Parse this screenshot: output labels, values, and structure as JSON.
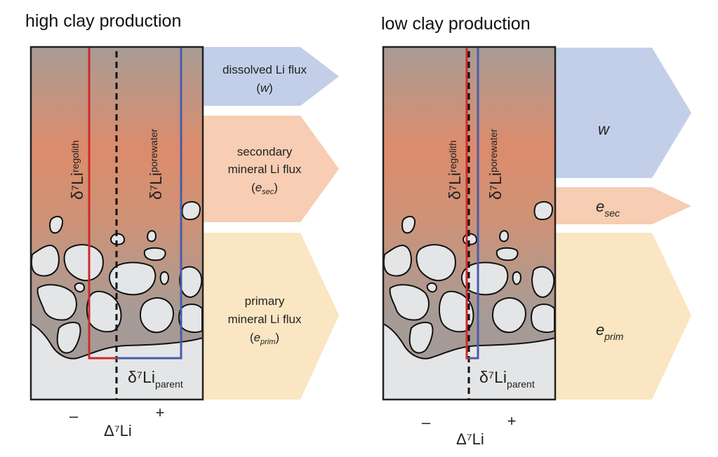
{
  "panels": [
    {
      "title": "high clay production",
      "arrows": [
        {
          "id": "w",
          "lines": [
            "dissolved Li flux"
          ],
          "symbol": "w",
          "color": "#c3cfe9"
        },
        {
          "id": "esec",
          "lines": [
            "secondary",
            "mineral Li flux"
          ],
          "symbol": "e",
          "subscript": "sec",
          "color": "#f7cdb3"
        },
        {
          "id": "eprim",
          "lines": [
            "primary",
            "mineral Li flux"
          ],
          "symbol": "e",
          "subscript": "prim",
          "color": "#fae6c2"
        }
      ],
      "labels": {
        "regolith": {
          "main": "δ⁷Li",
          "sub": "regolith"
        },
        "porewater": {
          "main": "δ⁷Li",
          "sub": "porewater"
        },
        "parent": {
          "main": "δ⁷Li",
          "sub": "parent"
        }
      },
      "axis": {
        "label": "Δ⁷Li",
        "minus": "–",
        "plus": "+"
      }
    },
    {
      "title": "low clay production",
      "arrows": [
        {
          "id": "w",
          "symbol": "w",
          "color": "#c3cfe9"
        },
        {
          "id": "esec",
          "symbol": "e",
          "subscript": "sec",
          "color": "#f7cdb3"
        },
        {
          "id": "eprim",
          "symbol": "e",
          "subscript": "prim",
          "color": "#fae6c2"
        }
      ],
      "labels": {
        "regolith": {
          "main": "δ⁷Li",
          "sub": "regolith"
        },
        "porewater": {
          "main": "δ⁷Li",
          "sub": "porewater"
        },
        "parent": {
          "main": "δ⁷Li",
          "sub": "parent"
        }
      },
      "axis": {
        "label": "Δ⁷Li",
        "minus": "–",
        "plus": "+"
      }
    }
  ],
  "colors": {
    "regolith_line": "#cc2b2b",
    "porewater_line": "#4a5ba8",
    "gradient_top": "#a89c96",
    "gradient_mid": "#dc8c6c",
    "gradient_low": "#a49a96",
    "bedrock": "#e4e5e7"
  }
}
